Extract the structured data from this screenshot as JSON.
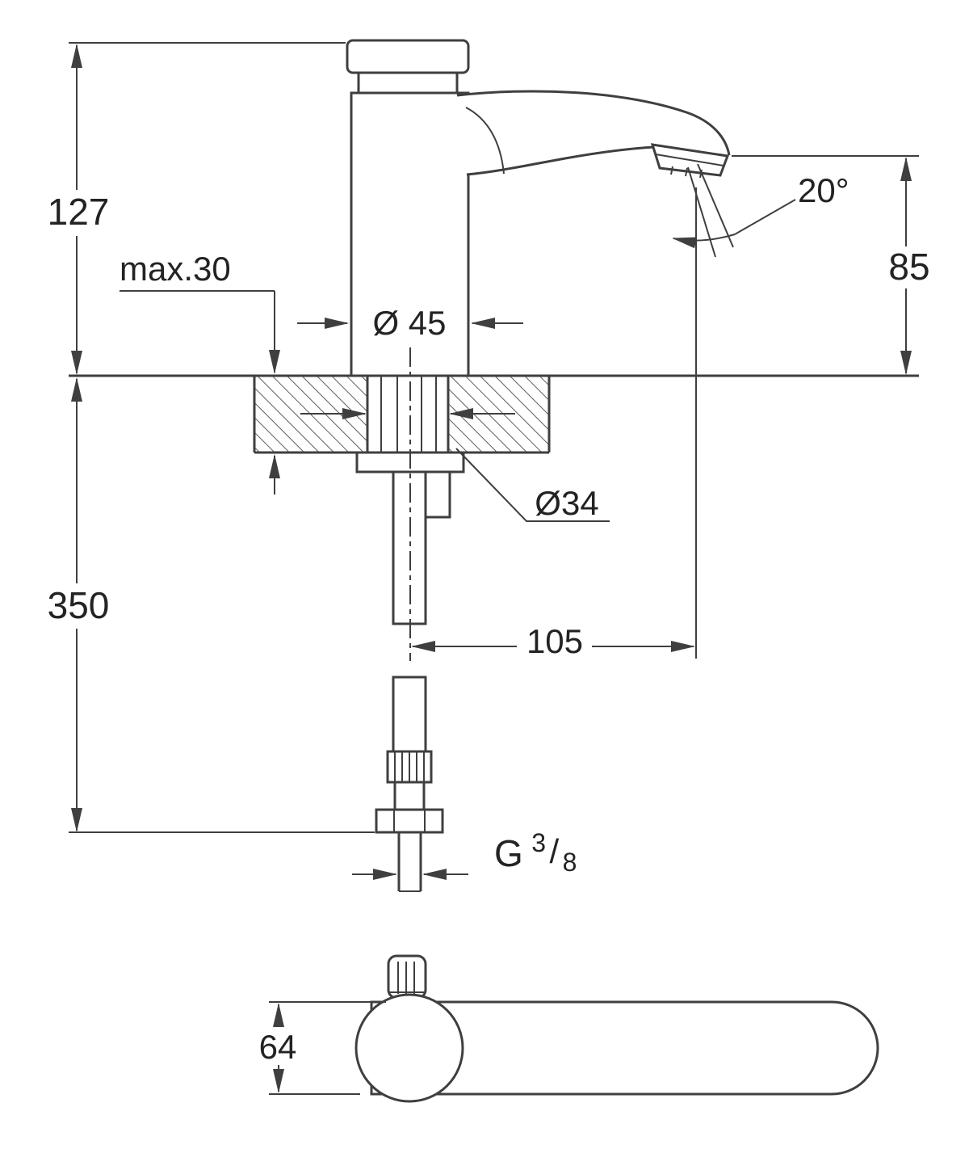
{
  "drawing": {
    "subject": "faucet-installation-dimension-drawing",
    "line_color": "#3f3f3f",
    "background": "#ffffff"
  },
  "dimensions": {
    "height_above_deck": "127",
    "deck_max_thickness": "max.30",
    "body_diameter": "Ø 45",
    "spout_angle": "20°",
    "outlet_height": "85",
    "depth_below_deck": "350",
    "hole_diameter": "Ø34",
    "spout_reach": "105",
    "thread_g": "G",
    "thread_numerator": "3",
    "thread_slash": "/",
    "thread_denominator": "8",
    "lever_height": "64"
  }
}
